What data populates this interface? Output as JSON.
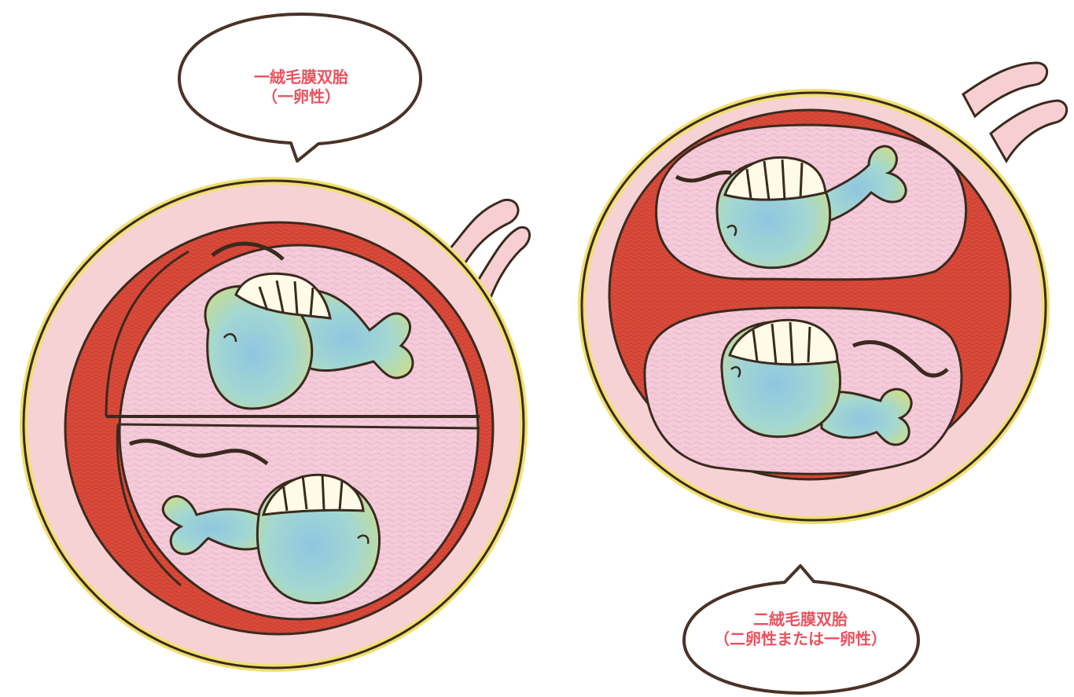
{
  "bubble_top": {
    "line1": "一絨毛膜双胎",
    "line2": "（一卵性）"
  },
  "bubble_bottom": {
    "line1": "二絨毛膜双胎",
    "line2": "（二卵性または一卵性）"
  },
  "colors": {
    "label_text": "#e8525e",
    "bubble_outline": "#4a3226",
    "outer_sac": "#f6cdd0",
    "sac_rim": "#f3e27a",
    "placenta_red": "#d9473a",
    "amniotic_fluid": "#f3c6d6",
    "fetus_body": "#9fd3d8",
    "fetus_tint_green": "#c4dc8a",
    "outline": "#3a2a1e"
  },
  "figures": [
    {
      "name": "monochorionic-twins",
      "chorion_count": 1,
      "fetus_count": 2
    },
    {
      "name": "dichorionic-twins",
      "chorion_count": 2,
      "fetus_count": 2
    }
  ]
}
